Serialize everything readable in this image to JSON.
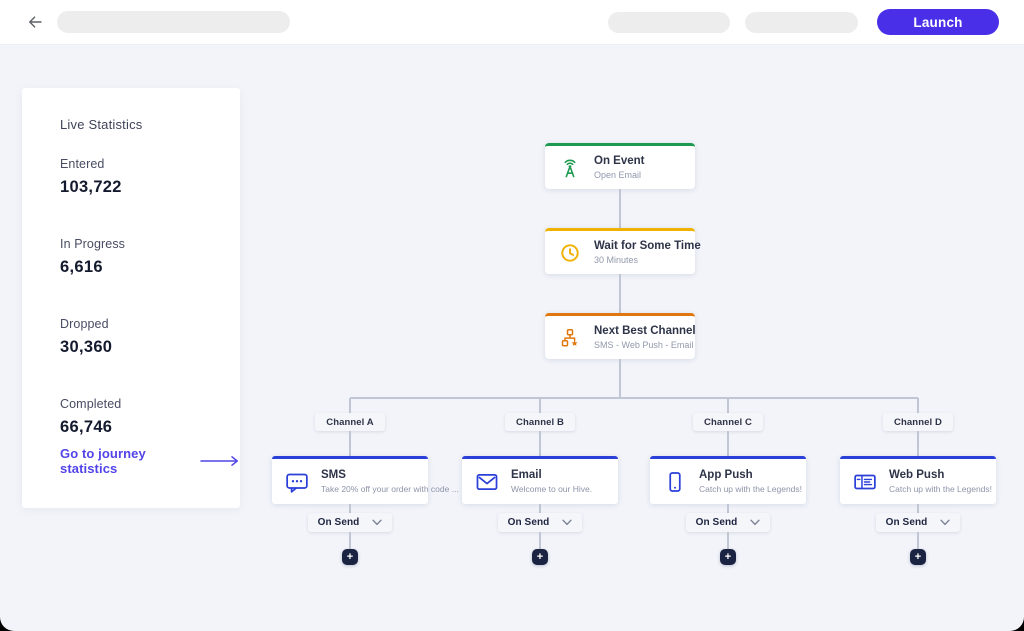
{
  "topbar": {
    "back_icon": "arrow-left",
    "launch_label": "Launch"
  },
  "stats": {
    "title": "Live Statistics",
    "items": [
      {
        "label": "Entered",
        "value": "103,722"
      },
      {
        "label": "In Progress",
        "value": "6,616"
      },
      {
        "label": "Dropped",
        "value": "30,360"
      },
      {
        "label": "Completed",
        "value": "66,746"
      }
    ],
    "link_label": "Go to journey statistics",
    "link_icon": "long-right-arrow"
  },
  "flow": {
    "nodes": [
      {
        "title": "On Event",
        "subtitle": "Open Email",
        "icon": "broadcast-icon",
        "accent": "#1e9a50"
      },
      {
        "title": "Wait for Some Time",
        "subtitle": "30 Minutes",
        "icon": "clock-icon",
        "accent": "#efb102"
      },
      {
        "title": "Next Best Channel",
        "subtitle": "SMS - Web Push - Email",
        "icon": "org-chart-star-icon",
        "accent": "#e0770e"
      }
    ],
    "branches": [
      {
        "chip": "Channel A",
        "title": "SMS",
        "subtitle": "Take 20% off your order with code ...",
        "icon": "sms-bubble-icon",
        "trigger": "On Send",
        "accent": "#2b3fd9"
      },
      {
        "chip": "Channel B",
        "title": "Email",
        "subtitle": "Welcome to our Hive.",
        "icon": "email-envelope-icon",
        "trigger": "On Send",
        "accent": "#2b3fd9"
      },
      {
        "chip": "Channel C",
        "title": "App Push",
        "subtitle": "Catch up with the Legends!",
        "icon": "app-push-phone-icon",
        "trigger": "On Send",
        "accent": "#2b3fd9"
      },
      {
        "chip": "Channel D",
        "title": "Web Push",
        "subtitle": "Catch up with the Legends!",
        "icon": "web-push-browser-icon",
        "trigger": "On Send",
        "accent": "#2b3fd9"
      }
    ],
    "plus_label": "+"
  },
  "colors": {
    "primary": "#4a2fe8",
    "link": "#5244e8",
    "green": "#1e9a50",
    "yellow": "#efb102",
    "orange": "#e0770e",
    "blue": "#2b3fd9",
    "canvas_bg": "#f2f4fa"
  }
}
